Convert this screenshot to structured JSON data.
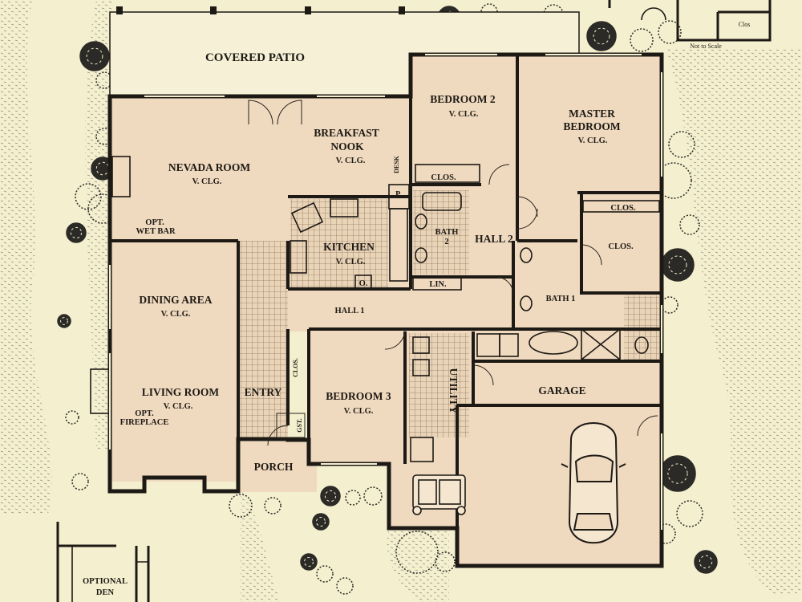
{
  "labels": {
    "covered_patio": "COVERED PATIO",
    "bedroom2": "BEDROOM 2",
    "bedroom2_clg": "V. CLG.",
    "master": "MASTER",
    "master_bedroom": "BEDROOM",
    "master_clg": "V. CLG.",
    "breakfast": "BREAKFAST",
    "nook": "NOOK",
    "nook_clg": "V. CLG.",
    "desk": "DESK",
    "p": "P.",
    "nevada_room": "NEVADA ROOM",
    "nevada_clg": "V. CLG.",
    "clos_b2": "CLOS.",
    "clos_master_1": "CLOS.",
    "clos_master_2": "CLOS.",
    "bath2": "BATH",
    "bath2_num": "2",
    "hall2": "HALL 2",
    "opt": "OPT.",
    "wet_bar": "WET BAR",
    "kitchen": "KITCHEN",
    "kitchen_clg": "V. CLG.",
    "o": "O.",
    "lin": "LIN.",
    "dining_area": "DINING AREA",
    "dining_clg": "V. CLG.",
    "bath1": "BATH 1",
    "hall1": "HALL 1",
    "clos_entry": "CLOS.",
    "utility": "UTILITY",
    "garage": "GARAGE",
    "living_room": "LIVING ROOM",
    "living_clg": "V. CLG.",
    "entry": "ENTRY",
    "bedroom3": "BEDROOM 3",
    "bedroom3_clg": "V. CLG.",
    "opt_fp": "OPT.",
    "fireplace": "FIREPLACE",
    "gst": "GST.",
    "porch": "PORCH",
    "optional": "OPTIONAL",
    "den": "DEN",
    "not_to_scale": "Not to Scale",
    "clos_inset": "Clos"
  },
  "colors": {
    "paper": "#f4efcf",
    "room_fill": "#efd9bf",
    "wall": "#1d1915",
    "foliage": "#2b2a26"
  },
  "icons": [
    "car-icon",
    "golf-cart-icon",
    "shrub-icon",
    "tree-icon"
  ]
}
